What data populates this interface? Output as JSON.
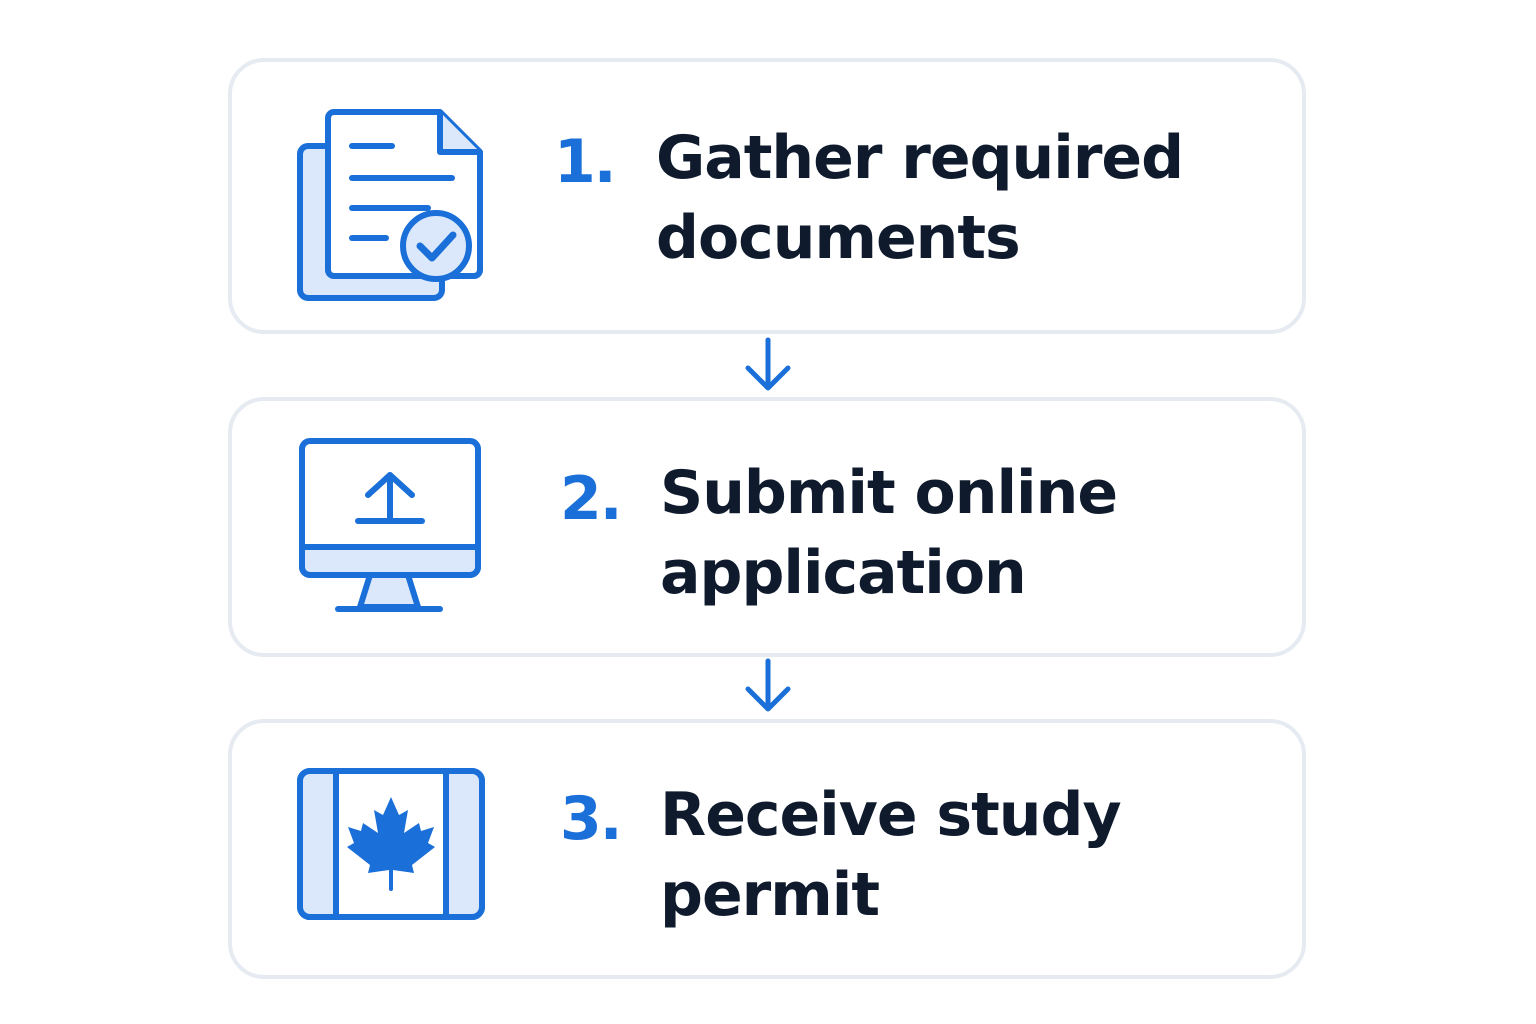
{
  "colors": {
    "accent": "#1a6fd8",
    "icon_fill": "#dbe7fb",
    "text": "#0f1b2d",
    "card_border": "#e6ebf2"
  },
  "steps": [
    {
      "number": "1.",
      "title_line1": "Gather required",
      "title_line2": "documents",
      "icon": "document-check-icon"
    },
    {
      "number": "2.",
      "title_line1": "Submit online",
      "title_line2": "application",
      "icon": "monitor-upload-icon"
    },
    {
      "number": "3.",
      "title_line1": "Receive study",
      "title_line2": "permit",
      "icon": "canada-flag-icon"
    }
  ],
  "connectors": [
    "arrow-down-icon",
    "arrow-down-icon"
  ]
}
